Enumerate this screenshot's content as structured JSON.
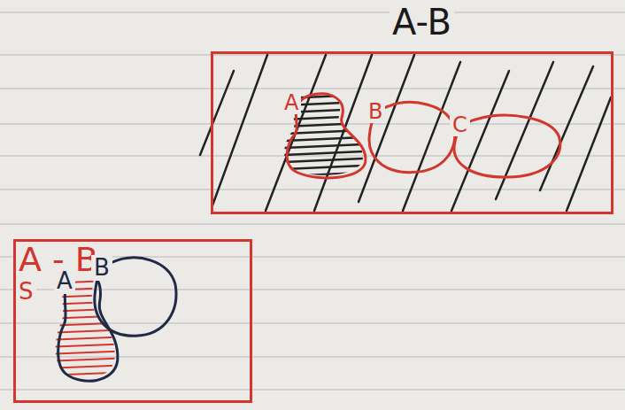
{
  "diagram": {
    "nodes": [
      {
        "text": [
          "A-B"
        ]
      },
      {
        "text": [
          "A"
        ],
        "in": 0
      },
      {
        "text": [
          "B"
        ],
        "in": 0
      },
      {
        "text": [
          "C"
        ],
        "in": 0
      },
      {
        "text": [
          "A - B",
          "S"
        ]
      },
      {
        "text": [
          "B"
        ],
        "in": 4
      },
      {
        "text": [
          "A"
        ],
        "in": 4
      }
    ]
  }
}
